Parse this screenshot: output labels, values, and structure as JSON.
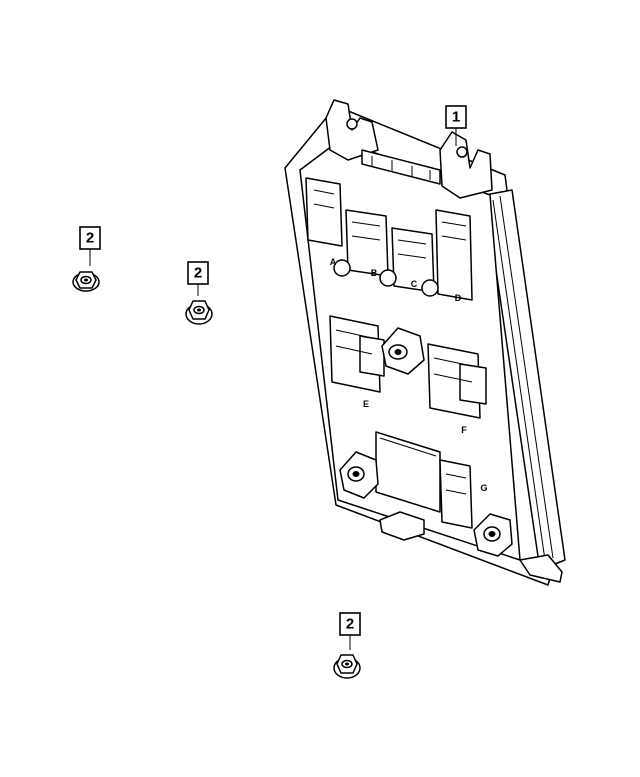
{
  "callouts": {
    "module": "1",
    "nut_upper_left": "2",
    "nut_mid_left": "2",
    "nut_bottom": "2"
  },
  "slot_letters": {
    "a": "A",
    "b": "B",
    "c": "C",
    "d": "D",
    "e": "E",
    "f": "F",
    "g": "G"
  }
}
